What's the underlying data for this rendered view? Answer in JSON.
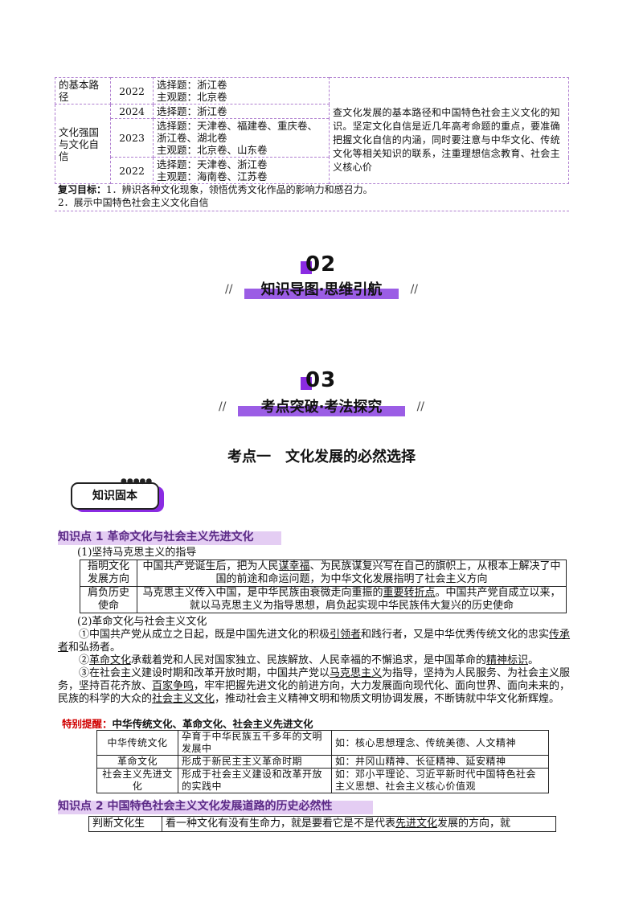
{
  "exam_table": {
    "row0": {
      "c1": "的基本路径",
      "year": "2022",
      "q1": "选择题：浙江卷",
      "q2": "主观题：北京卷"
    },
    "group_label": "文化强国与文化自信",
    "row1": {
      "year": "2024",
      "q1": "选择题：浙江卷"
    },
    "row2": {
      "year": "2023",
      "q1": "选择题：天津卷、福建卷、重庆卷、浙江卷、湖北卷",
      "q2": "主观题：北京卷、山东卷"
    },
    "row3": {
      "year": "2022",
      "q1": "选择题：天津卷、浙江卷",
      "q2": "主观题：海南卷、江苏卷"
    },
    "analysis": "查文化发展的基本路径和中国特色社会主义文化的知识。坚定文化自信是近几年高考命题的重点，要准确把握文化自信的内涵，同时要注意与中华文化、传统文化等相关知识的联系，注重理想信念教育、社会主义核心价"
  },
  "review": {
    "label": "复习目标：",
    "line1": "1．辨识各种文化现象，领悟优秀文化作品的影响力和感召力。",
    "line2": "2．展示中国特色社会主义文化自信"
  },
  "section02": {
    "num": "02",
    "title": "知识导图·思维引航"
  },
  "section03": {
    "num": "03",
    "title": "考点突破·考法探究"
  },
  "topic_title": "考点一　文化发展的必然选择",
  "tag_label": "知识固本",
  "kp1": {
    "title": "知识点 1  革命文化与社会主义先进文化",
    "sub1": "(1)坚持马克思主义的指导",
    "rows": [
      {
        "head": "指明文化发展方向",
        "text": "中国共产党诞生后，把为人民谋幸福、为民族谋复兴写在自己的旗帜上，从根本上解决了中国的前途和命运问题，为中华文化发展指明了社会主义方向"
      },
      {
        "head": "肩负历史使命",
        "text": "马克思主义传入中国，是中华民族由衰微走向重振的重要转折点。中国共产党自成立以来，就以马克思主义为指导思想，肩负起实现中华民族伟大复兴的历史使命"
      }
    ],
    "sub2": "(2)革命文化与社会主义文化",
    "p1": "①中国共产党从成立之日起，既是中国先进文化的积极引领者和践行者，又是中华优秀传统文化的忠实传承者和弘扬者。",
    "p2": "②革命文化承载着党和人民对国家独立、民族解放、人民幸福的不懈追求，是中国革命的精神标识。",
    "p3": "③在社会主义建设时期和改革开放时期，中国共产党以马克思主义为指导，坚持为人民服务、为社会主义服务，坚持百花齐放、百家争鸣，牢牢把握先进文化的前进方向，大力发展面向现代化、面向世界、面向未来的，民族的科学的大众的社会主义文化，推动社会主义精神文明和物质文明协调发展，不断铸就中华文化新辉煌。"
  },
  "special": {
    "label": "特别提醒：",
    "text": "中华传统文化、革命文化、社会主义先进文化"
  },
  "compare_table": [
    {
      "a": "中华传统文化",
      "b": "孕育于中华民族五千多年的文明发展中",
      "c": "如：核心思想理念、传统美德、人文精神"
    },
    {
      "a": "革命文化",
      "b": "形成于新民主主义革命时期",
      "c": "如：井冈山精神、长征精神、延安精神"
    },
    {
      "a": "社会主义先进文化",
      "b": "形成于社会主义建设和改革开放的实践中",
      "c": "如：邓小平理论、习近平新时代中国特色社会主义思想、社会主义核心价值观"
    }
  ],
  "kp2": {
    "title": "知识点 2  中国特色社会主义文化发展道路的历史必然性",
    "row_head": "判断文化生",
    "row_text": "看一种文化有没有生命力，就是要看它是不是代表先进文化发展的方向，就"
  },
  "colors": {
    "accent": "#8a2be2",
    "kp_bg": "#e4cdf3",
    "kp_text": "#5b2a86",
    "warn": "#d00000",
    "dashed": "#b07fd0"
  }
}
